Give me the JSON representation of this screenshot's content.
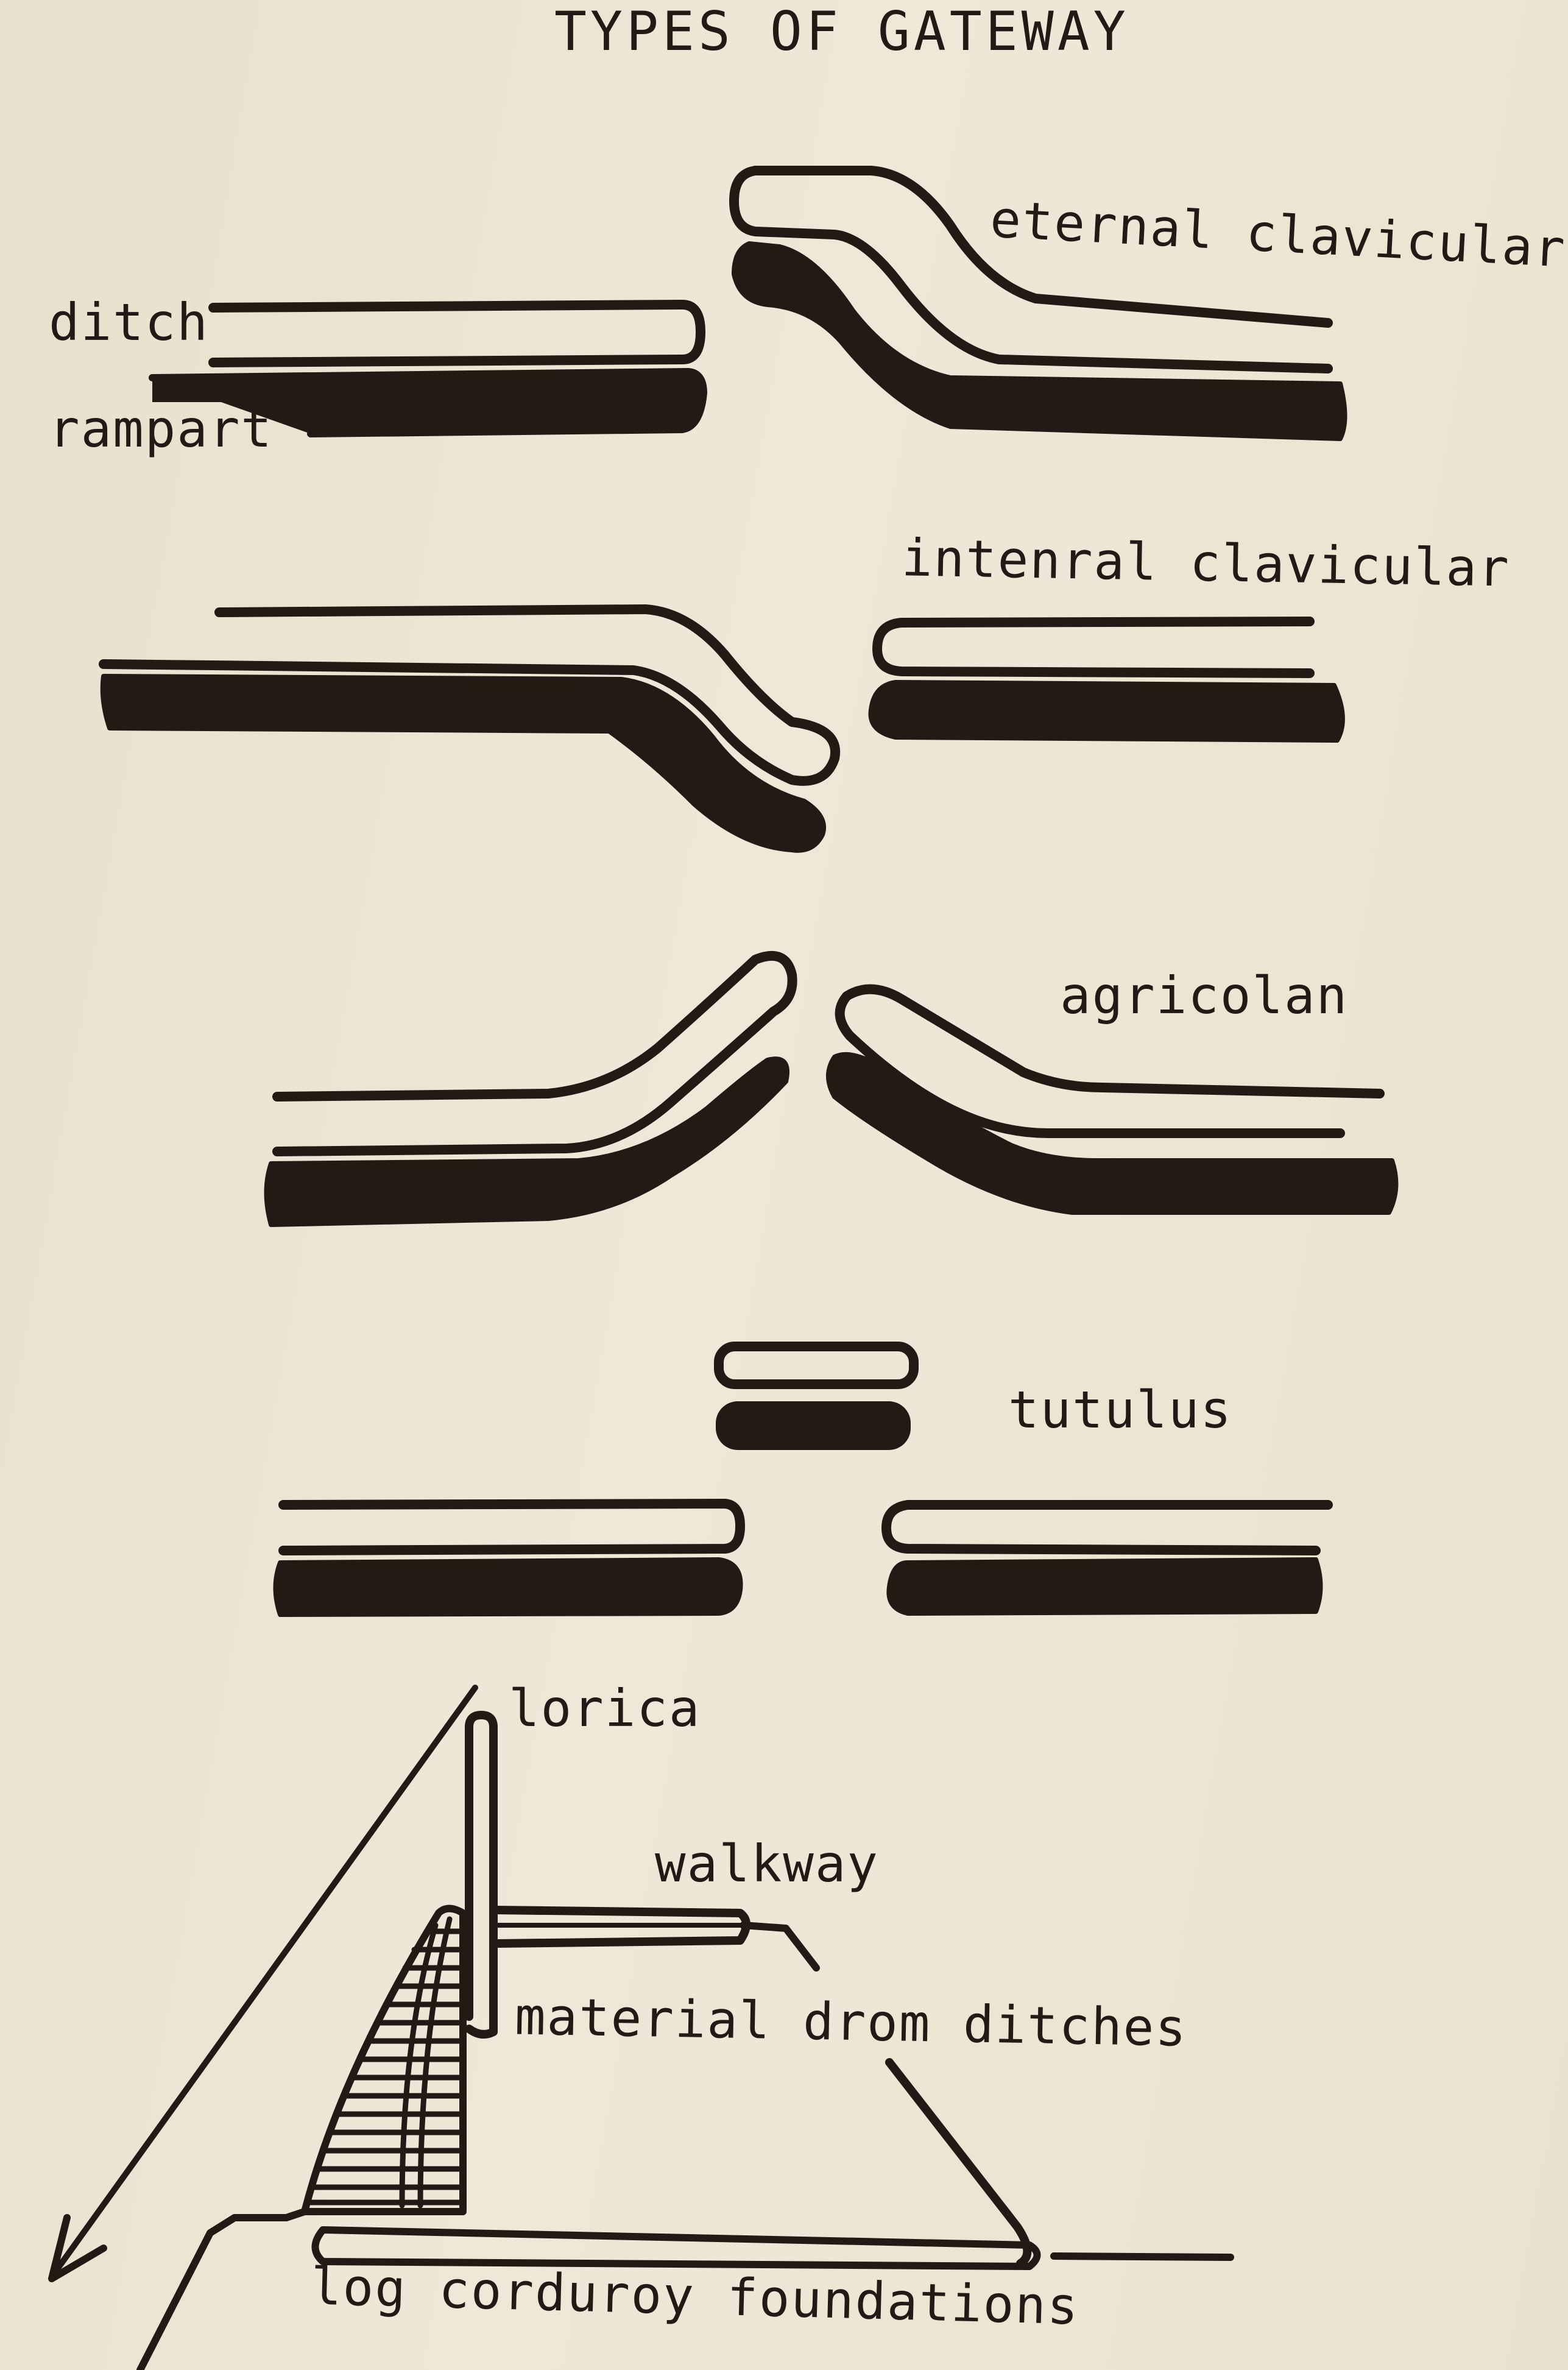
{
  "title": "TYPES OF GATEWAY",
  "gateway_types": [
    {
      "name": "eternal clavicular"
    },
    {
      "name": "intenral clavicular"
    },
    {
      "name": "agricolan"
    },
    {
      "name": "tutulus"
    }
  ],
  "legend_labels": {
    "ditch": "ditch",
    "rampart": "rampart"
  },
  "section_labels": {
    "lorica": "lorica",
    "walkway": "walkway",
    "material": "material drom ditches",
    "foundations": "log corduroy foundations"
  },
  "colors": {
    "ink": "#231a16",
    "paper": "#ece3d2"
  }
}
